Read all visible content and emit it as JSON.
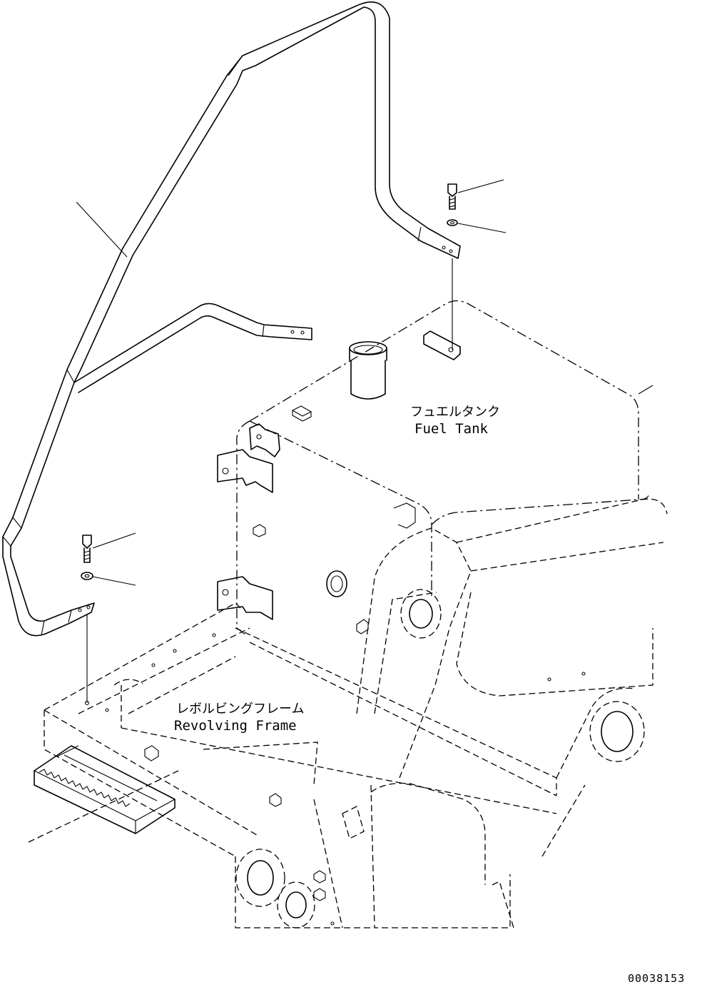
{
  "labels": {
    "fuel_tank_ja": "フュエルタンク",
    "fuel_tank_en": "Fuel Tank",
    "frame_ja": "レボルビングフレーム",
    "frame_en": "Revolving Frame"
  },
  "figure_code": "00038153"
}
